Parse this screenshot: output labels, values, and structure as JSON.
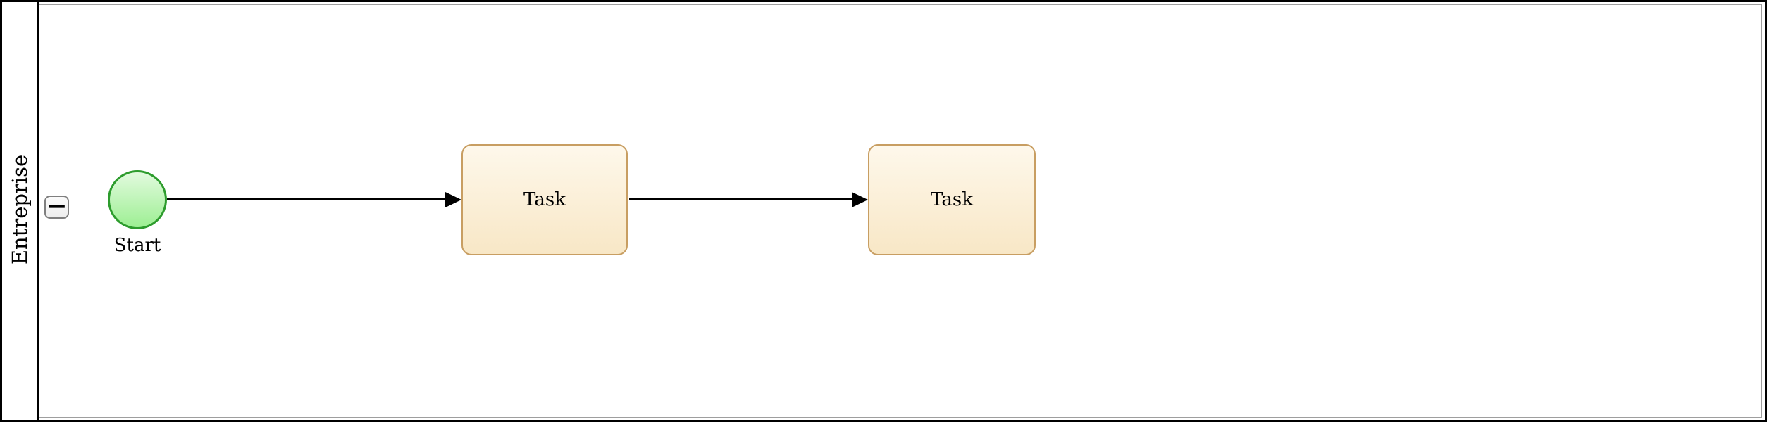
{
  "diagram_type": "bpmn-process",
  "pool": {
    "title": "Entreprise",
    "collapse_glyph": "−",
    "collapsed": false
  },
  "nodes": {
    "start": {
      "type": "start-event",
      "label": "Start"
    },
    "task1": {
      "type": "task",
      "label": "Task"
    },
    "task2": {
      "type": "task",
      "label": "Task"
    }
  },
  "edges": [
    {
      "from": "start",
      "to": "task1",
      "type": "sequence-flow"
    },
    {
      "from": "task1",
      "to": "task2",
      "type": "sequence-flow"
    }
  ],
  "colors": {
    "event-stroke": "#2d9c2d",
    "event-fill-top": "#e2fade",
    "event-fill-bottom": "#9def93",
    "task-stroke": "#c89e62",
    "task-fill-top": "#fef8eb",
    "task-fill-bottom": "#f8e7c6",
    "edge-color": "#000000"
  }
}
